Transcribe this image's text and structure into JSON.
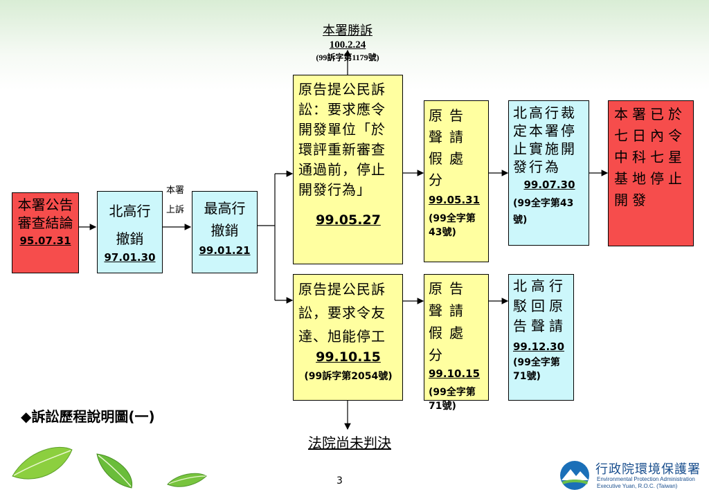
{
  "top_result": {
    "label": "本署勝訴",
    "date": "100.2.24",
    "case": "(99訴字第1179號)"
  },
  "box1": {
    "text": "本署公告審查結論",
    "date": "95.07.31"
  },
  "box2": {
    "text": "北高行撤銷",
    "date": "97.01.30"
  },
  "appeal_label": {
    "line1": "本署",
    "line2": "上訴"
  },
  "box3": {
    "text": "最高行撤銷",
    "date": "99.01.21"
  },
  "upper_branch": {
    "suit": {
      "text": "原告提公民訴訟：要求應令開發單位「於環評重新審查通過前，停止開發行為」",
      "date": "99.05.27"
    },
    "petition": {
      "text": "原告聲請假處分",
      "date": "99.05.31",
      "case": "(99全字第43號)"
    },
    "ruling": {
      "text": "北高行裁定本署停止實施開發行為",
      "date": "99.07.30",
      "case": "(99全字第43號)"
    },
    "order": {
      "text": "本署已於七日內令中科七星基地停止開發"
    }
  },
  "lower_branch": {
    "suit": {
      "text": "原告提公民訴訟，要求令友達、旭能停工",
      "date": "99.10.15",
      "case": "(99訴字第2054號)"
    },
    "petition": {
      "text": "原告聲請假處分",
      "date": "99.10.15",
      "case": "(99全字第71號)"
    },
    "ruling": {
      "text": "北高行駁回原告聲請",
      "date": "99.12.30",
      "case": "(99全字第71號)"
    }
  },
  "pending": "法院尚未判決",
  "caption": "◆訴訟歷程說明圖(一)",
  "page_number": "3",
  "logo": {
    "name_zh": "行政院環境保護署",
    "name_en_1": "Environmental Protection Administration",
    "name_en_2": "Executive Yuan, R.O.C. (Taiwan)"
  },
  "colors": {
    "red": "#f64d4c",
    "cyan": "#ccf7fb",
    "yellow": "#ffffa0"
  }
}
